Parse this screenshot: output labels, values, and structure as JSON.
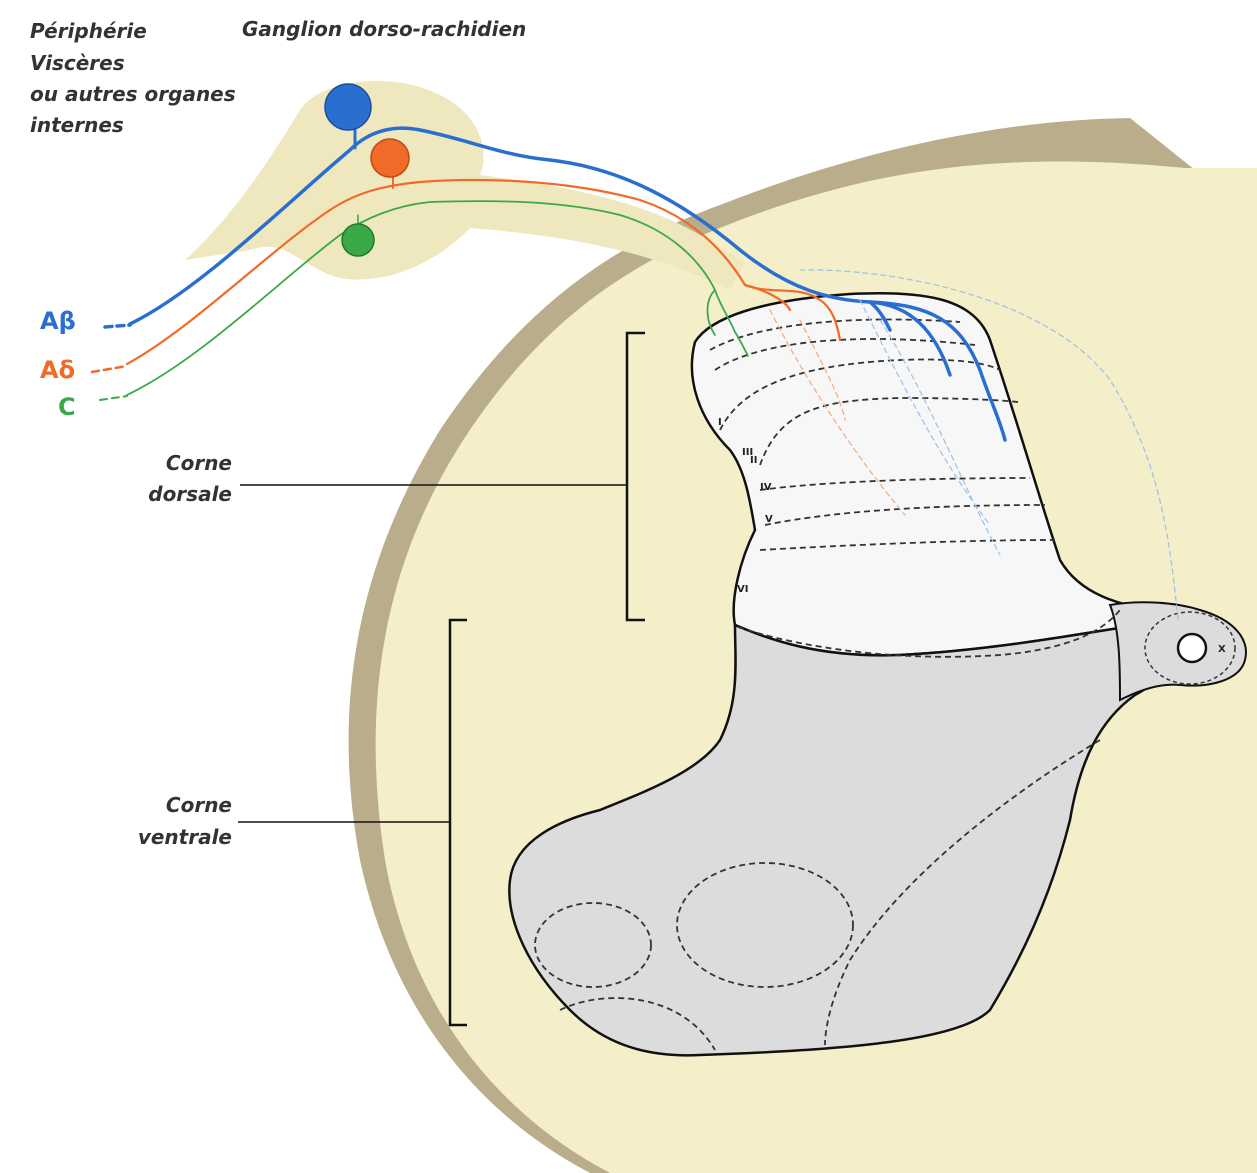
{
  "labels": {
    "peripherie": "Périphérie",
    "visceres": "Viscères",
    "ou_autres": "ou autres organes",
    "internes": "internes",
    "ganglion": "Ganglion dorso-rachidien",
    "corne_dorsale_1": "Corne",
    "corne_dorsale_2": "dorsale",
    "corne_ventrale_1": "Corne",
    "corne_ventrale_2": "ventrale"
  },
  "fibers": [
    {
      "name": "Aβ",
      "color": "#2a6fd0"
    },
    {
      "name": "Aδ",
      "color": "#f06a28"
    },
    {
      "name": "C",
      "color": "#3aaa48"
    }
  ],
  "laminae": [
    "I",
    "II",
    "III",
    "IV",
    "V",
    "VI"
  ],
  "central_label": "X",
  "colors": {
    "cord": "#f4efc8",
    "cord_edge": "#b9ad8c",
    "dorsal_horn": "#f7f7f7",
    "ventral_horn": "#dcdcdc",
    "ganglion": "#efe7bd"
  }
}
